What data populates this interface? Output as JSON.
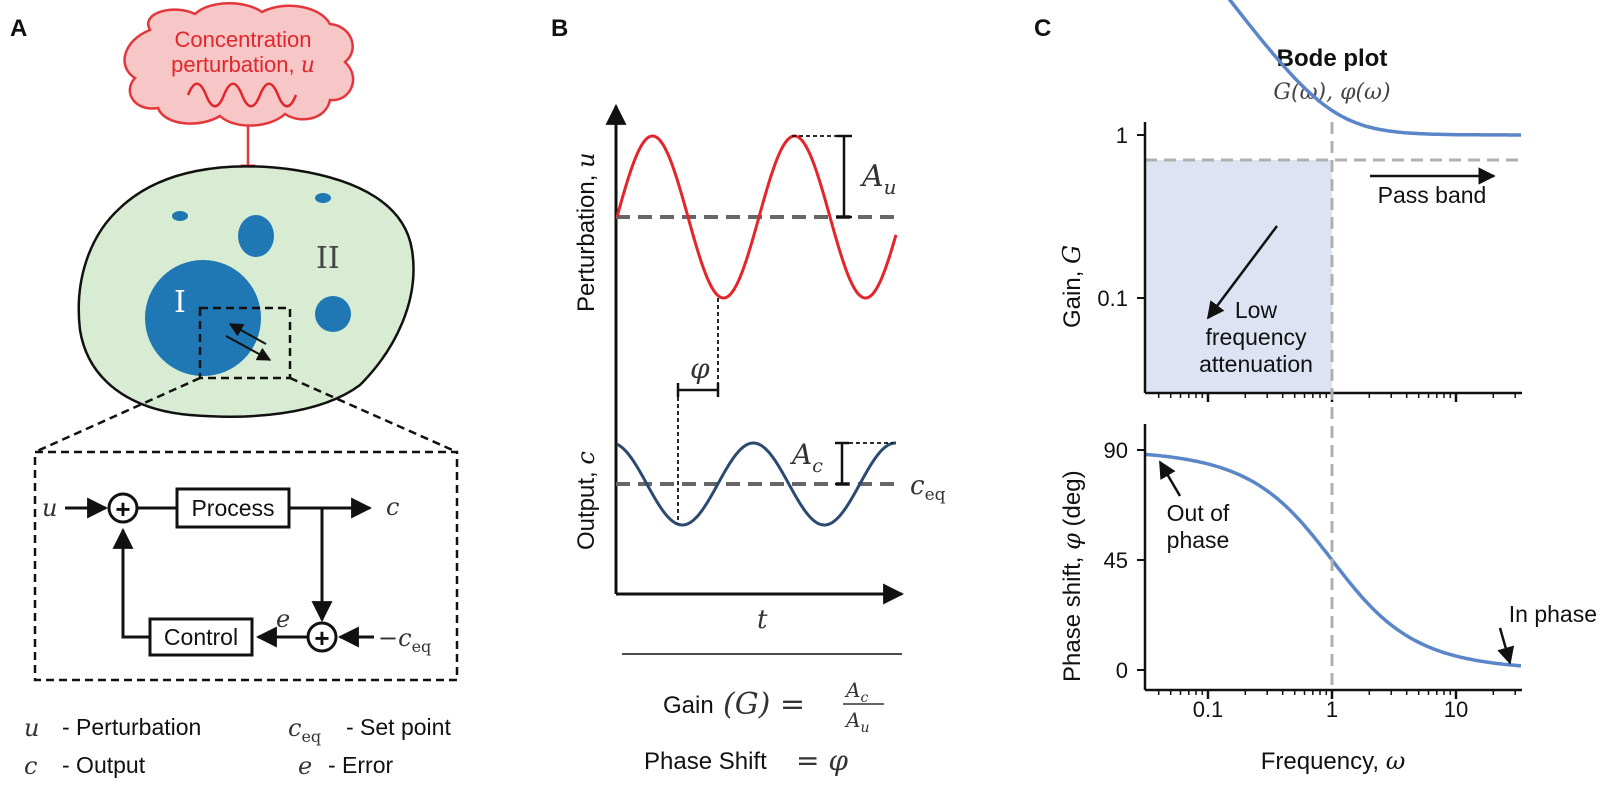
{
  "panels": {
    "a": {
      "letter": "A",
      "cloud_line1": "Concentration",
      "cloud_line2": "perturbation, ",
      "cloud_var": "u",
      "compartment_1": "I",
      "compartment_2": "II",
      "block_process": "Process",
      "block_control": "Control",
      "sig_u": "u",
      "sig_c": "c",
      "sig_e": "e",
      "sig_ceq_minus": "−c",
      "sig_ceq_sub": "eq",
      "plus_symbol": "+",
      "legend": {
        "u_sym": "u",
        "u_text": "- Perturbation",
        "c_sym": "c",
        "c_text": "- Output",
        "ceq_sym": "c",
        "ceq_sub": "eq",
        "ceq_text": "- Set point",
        "e_sym": "e",
        "e_text": "- Error"
      },
      "colors": {
        "cloud": "#f7c6c6",
        "cloud_stroke": "#e3373c",
        "cell": "#d7ecd2",
        "nucleus": "#1f77b4"
      }
    },
    "b": {
      "letter": "B",
      "ylabel_top": "Perturbation, ",
      "ylabel_top_var": "u",
      "ylabel_bottom": "Output, ",
      "ylabel_bottom_var": "c",
      "xlabel": "t",
      "amp_u": "A",
      "amp_u_sub": "u",
      "amp_c": "A",
      "amp_c_sub": "c",
      "phi": "φ",
      "ceq": "c",
      "ceq_sub": "eq",
      "gain_word": "Gain",
      "gain_G": "(G) =",
      "gain_num": "A",
      "gain_num_sub": "c",
      "gain_den": "A",
      "gain_den_sub": "u",
      "phase_word": "Phase Shift",
      "phase_eq": "= φ",
      "colors": {
        "perturbation": "#e3262c",
        "output": "#2c4a70",
        "dashed": "#666666"
      }
    },
    "c": {
      "letter": "C",
      "title": "Bode plot",
      "subtitle": "G(ω), φ(ω)",
      "top_ylabel": "Gain, ",
      "top_ylabel_var": "G",
      "top_ticks": [
        "1",
        "0.1"
      ],
      "pass_band": "Pass band",
      "low_freq": [
        "Low",
        "frequency",
        "attenuation"
      ],
      "bottom_ylabel": "Phase shift, ",
      "bottom_ylabel_var": "φ",
      "bottom_ylabel_unit": " (deg)",
      "bottom_ticks": [
        "90",
        "45",
        "0"
      ],
      "x_ticks": [
        "0.1",
        "1",
        "10"
      ],
      "xlabel": "Frequency, ",
      "xlabel_var": "ω",
      "out_of_phase": [
        "Out of",
        "phase"
      ],
      "in_phase": "In phase",
      "colors": {
        "curve": "#5a86c8",
        "shade": "#dde3f2",
        "dashed": "#b0b0b0"
      }
    }
  }
}
